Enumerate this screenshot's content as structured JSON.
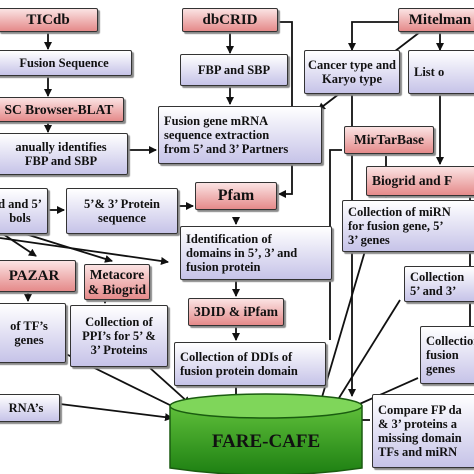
{
  "nodes": {
    "ticdb": "TICdb",
    "dbcrid": "dbCRID",
    "mitelman": "Mitelman",
    "fusion_sequence": "Fusion Sequence",
    "fbp_sbp": "FBP and SBP",
    "cancer_karyo": "Cancer type and\nKaryo type",
    "list_partial": "List o",
    "ucsc_blat": "SC Browser-BLAT",
    "manual_identify": "anually identifies\nFBP and SBP",
    "mrna_extraction": "Fusion gene mRNA\nsequence extraction\nfrom 5’ and 3’ Partners",
    "mirtarbase": "MirTarBase",
    "biogrid_partial": "Biogrid and F",
    "symbols_partial": "d and 5’\nbols",
    "protein_sequence": "5’& 3’ Protein\nsequence",
    "pfam": "Pfam",
    "mirna_collection": "Collection of miRN\nfor fusion gene, 5’\n3’ genes",
    "domain_identification": "Identification of\ndomains in 5’, 3’ and\nfusion protein",
    "pazar": "PAZAR",
    "metacore_biogrid": "Metacore\n& Biogrid",
    "collection_right_1": "Collection\n5’ and 3’",
    "did_ipfam": "3DID & iPfam",
    "tfs_partial": "of TF’s\ngenes",
    "ppi_collection": "Collection of\nPPI’s for 5’ &\n3’ Proteins",
    "ddi_collection": "Collection of DDIs of\nfusion protein domain",
    "collection_right_2": "Collection\nfusion\ngenes",
    "rnas_partial": "RNA’s",
    "compare_fp": "Compare FP da\n& 3’ proteins a\nmissing domain\nTFs and miRN",
    "fare_cafe": "FARE-CAFE"
  },
  "colors": {
    "source_top": "#fbe3e3",
    "source_bottom": "#e58a8a",
    "process_top": "#ffffff",
    "process_bottom": "#c6c3e8",
    "hub_top": "#5fbf3a",
    "hub_bottom": "#1d7f12",
    "arrow": "#111111"
  }
}
